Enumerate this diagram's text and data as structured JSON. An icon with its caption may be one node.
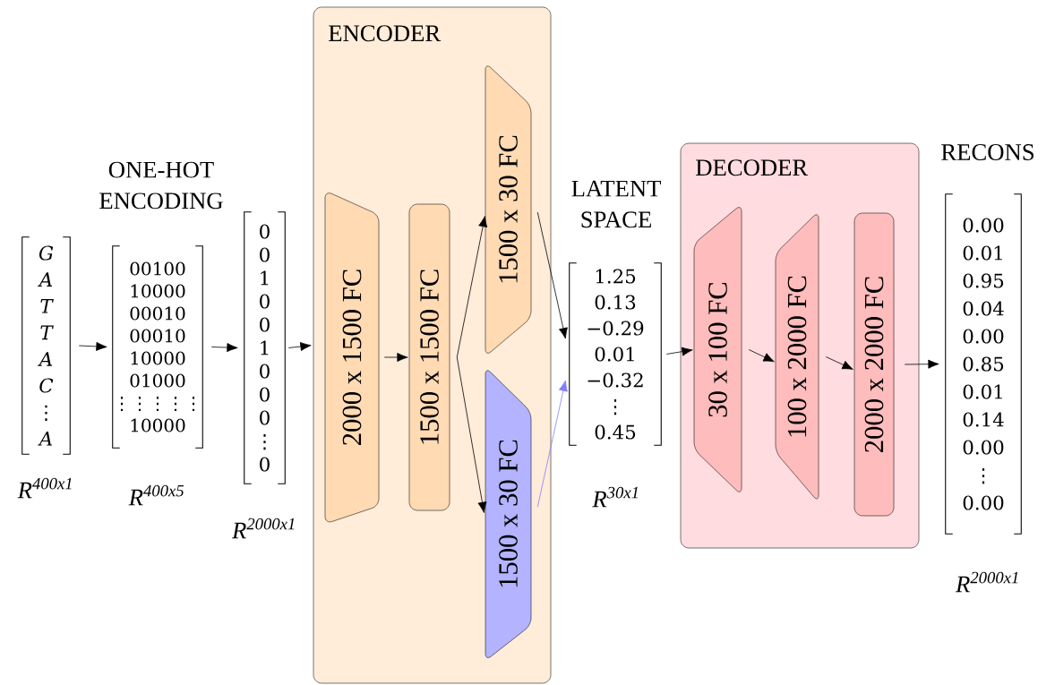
{
  "diagram": {
    "nodes": [
      {
        "text": [
          "G",
          "A",
          "T",
          "T",
          "A",
          "C",
          "⋮",
          "A"
        ],
        "beside": [
          "R$^{400x1}$"
        ]
      },
      {
        "text": [
          "00100",
          "10000",
          "00010",
          "00010",
          "10000",
          "01000",
          "⋮⋮⋮⋮⋮",
          "10000"
        ],
        "beside": [
          "R$^{400x5}$"
        ]
      },
      {
        "text": [
          "0",
          "0",
          "1",
          "0",
          "0",
          "1",
          "0",
          "0",
          "0",
          "⋮",
          "0"
        ],
        "beside": [
          "R$^{2000x1}$"
        ]
      },
      {
        "text": [
          "ENCODER"
        ]
      },
      {
        "text": [
          "2000 x 1500 FC"
        ],
        "in": 3
      },
      {
        "text": [
          "1500 x 1500 FC"
        ],
        "in": 3
      },
      {
        "text": [
          "1500 x 30 FC"
        ],
        "in": 3
      },
      {
        "text": [
          "1500 x 30 FC"
        ],
        "in": 3
      },
      {
        "text": [
          "1.25",
          "0.13",
          "−0.29",
          "0.01",
          "−0.32",
          "⋮",
          "0.45"
        ],
        "beside": [
          "LATENT SPACE",
          "R$^{30x1}$"
        ]
      },
      {
        "text": [
          "DECODER"
        ]
      },
      {
        "text": [
          "30 x 100 FC"
        ],
        "in": 9
      },
      {
        "text": [
          "100 x 2000 FC"
        ],
        "in": 9
      },
      {
        "text": [
          "2000 x 2000 FC"
        ],
        "in": 9
      },
      {
        "text": [
          "0.00",
          "0.01",
          "0.95",
          "0.04",
          "0.00",
          "0.85",
          "0.01",
          "0.14",
          "0.00",
          "⋮",
          "0.00"
        ],
        "beside": [
          "RECONS",
          "R$^{2000x1}$"
        ]
      }
    ],
    "edges": [
      {
        "from": 0,
        "to": 1,
        "arrow": "to"
      },
      {
        "from": 1,
        "to": 2,
        "arrow": "to"
      },
      {
        "from": 2,
        "to": 3,
        "arrow": "to"
      },
      {
        "from": 4,
        "to": 5,
        "arrow": "to"
      },
      {
        "from": 5,
        "to": 6,
        "arrow": "to"
      },
      {
        "from": 5,
        "to": 7,
        "arrow": "to"
      },
      {
        "from": 6,
        "to": 8,
        "arrow": "to"
      },
      {
        "from": 7,
        "to": 8,
        "arrow": "to",
        "color": "#8080ff"
      },
      {
        "from": 8,
        "to": 10,
        "arrow": "to"
      },
      {
        "from": 10,
        "to": 11,
        "arrow": "to"
      },
      {
        "from": 11,
        "to": 12,
        "arrow": "to"
      },
      {
        "from": 12,
        "to": 13,
        "arrow": "to"
      }
    ],
    "labels": [
      "ONE-HOT ENCODING"
    ]
  }
}
